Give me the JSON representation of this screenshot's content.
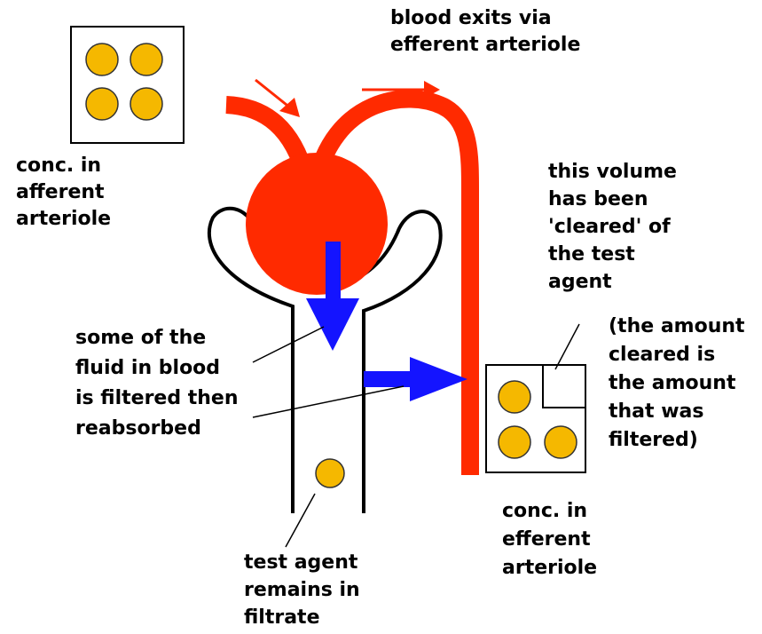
{
  "labels": {
    "afferent_conc": [
      "conc. in",
      "afferent",
      "arteriole"
    ],
    "efferent_exit": [
      "blood exits via",
      "efferent arteriole"
    ],
    "cleared_volume": [
      "this volume",
      "has been",
      "'cleared' of",
      "the test",
      "agent"
    ],
    "amount_cleared": [
      "(the amount",
      "cleared is",
      "the amount",
      "that was",
      "filtered)"
    ],
    "fluid_filtered": [
      "some of the",
      "fluid in blood",
      "is filtered then",
      "reabsorbed"
    ],
    "efferent_conc": [
      "conc. in",
      "efferent",
      "arteriole"
    ],
    "test_agent": [
      "test agent",
      "remains in",
      "filtrate"
    ]
  },
  "colors": {
    "blood": "#ff2a00",
    "filtrate_arrow": "#1414ff",
    "agent": "#f5b800",
    "outline": "#000000"
  }
}
